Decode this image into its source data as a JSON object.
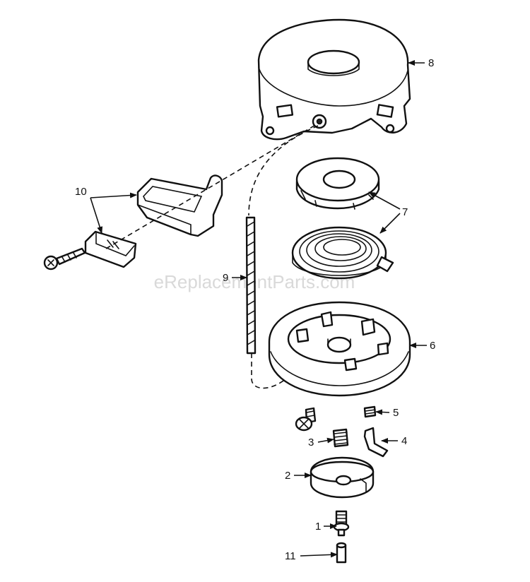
{
  "diagram": {
    "watermark": "eReplacementParts.com",
    "callouts": [
      {
        "id": "8",
        "text": "8"
      },
      {
        "id": "7",
        "text": "7"
      },
      {
        "id": "10",
        "text": "10"
      },
      {
        "id": "9",
        "text": "9"
      },
      {
        "id": "6",
        "text": "6"
      },
      {
        "id": "5",
        "text": "5"
      },
      {
        "id": "4",
        "text": "4"
      },
      {
        "id": "3",
        "text": "3"
      },
      {
        "id": "2",
        "text": "2"
      },
      {
        "id": "1",
        "text": "1"
      },
      {
        "id": "11",
        "text": "11"
      }
    ]
  }
}
